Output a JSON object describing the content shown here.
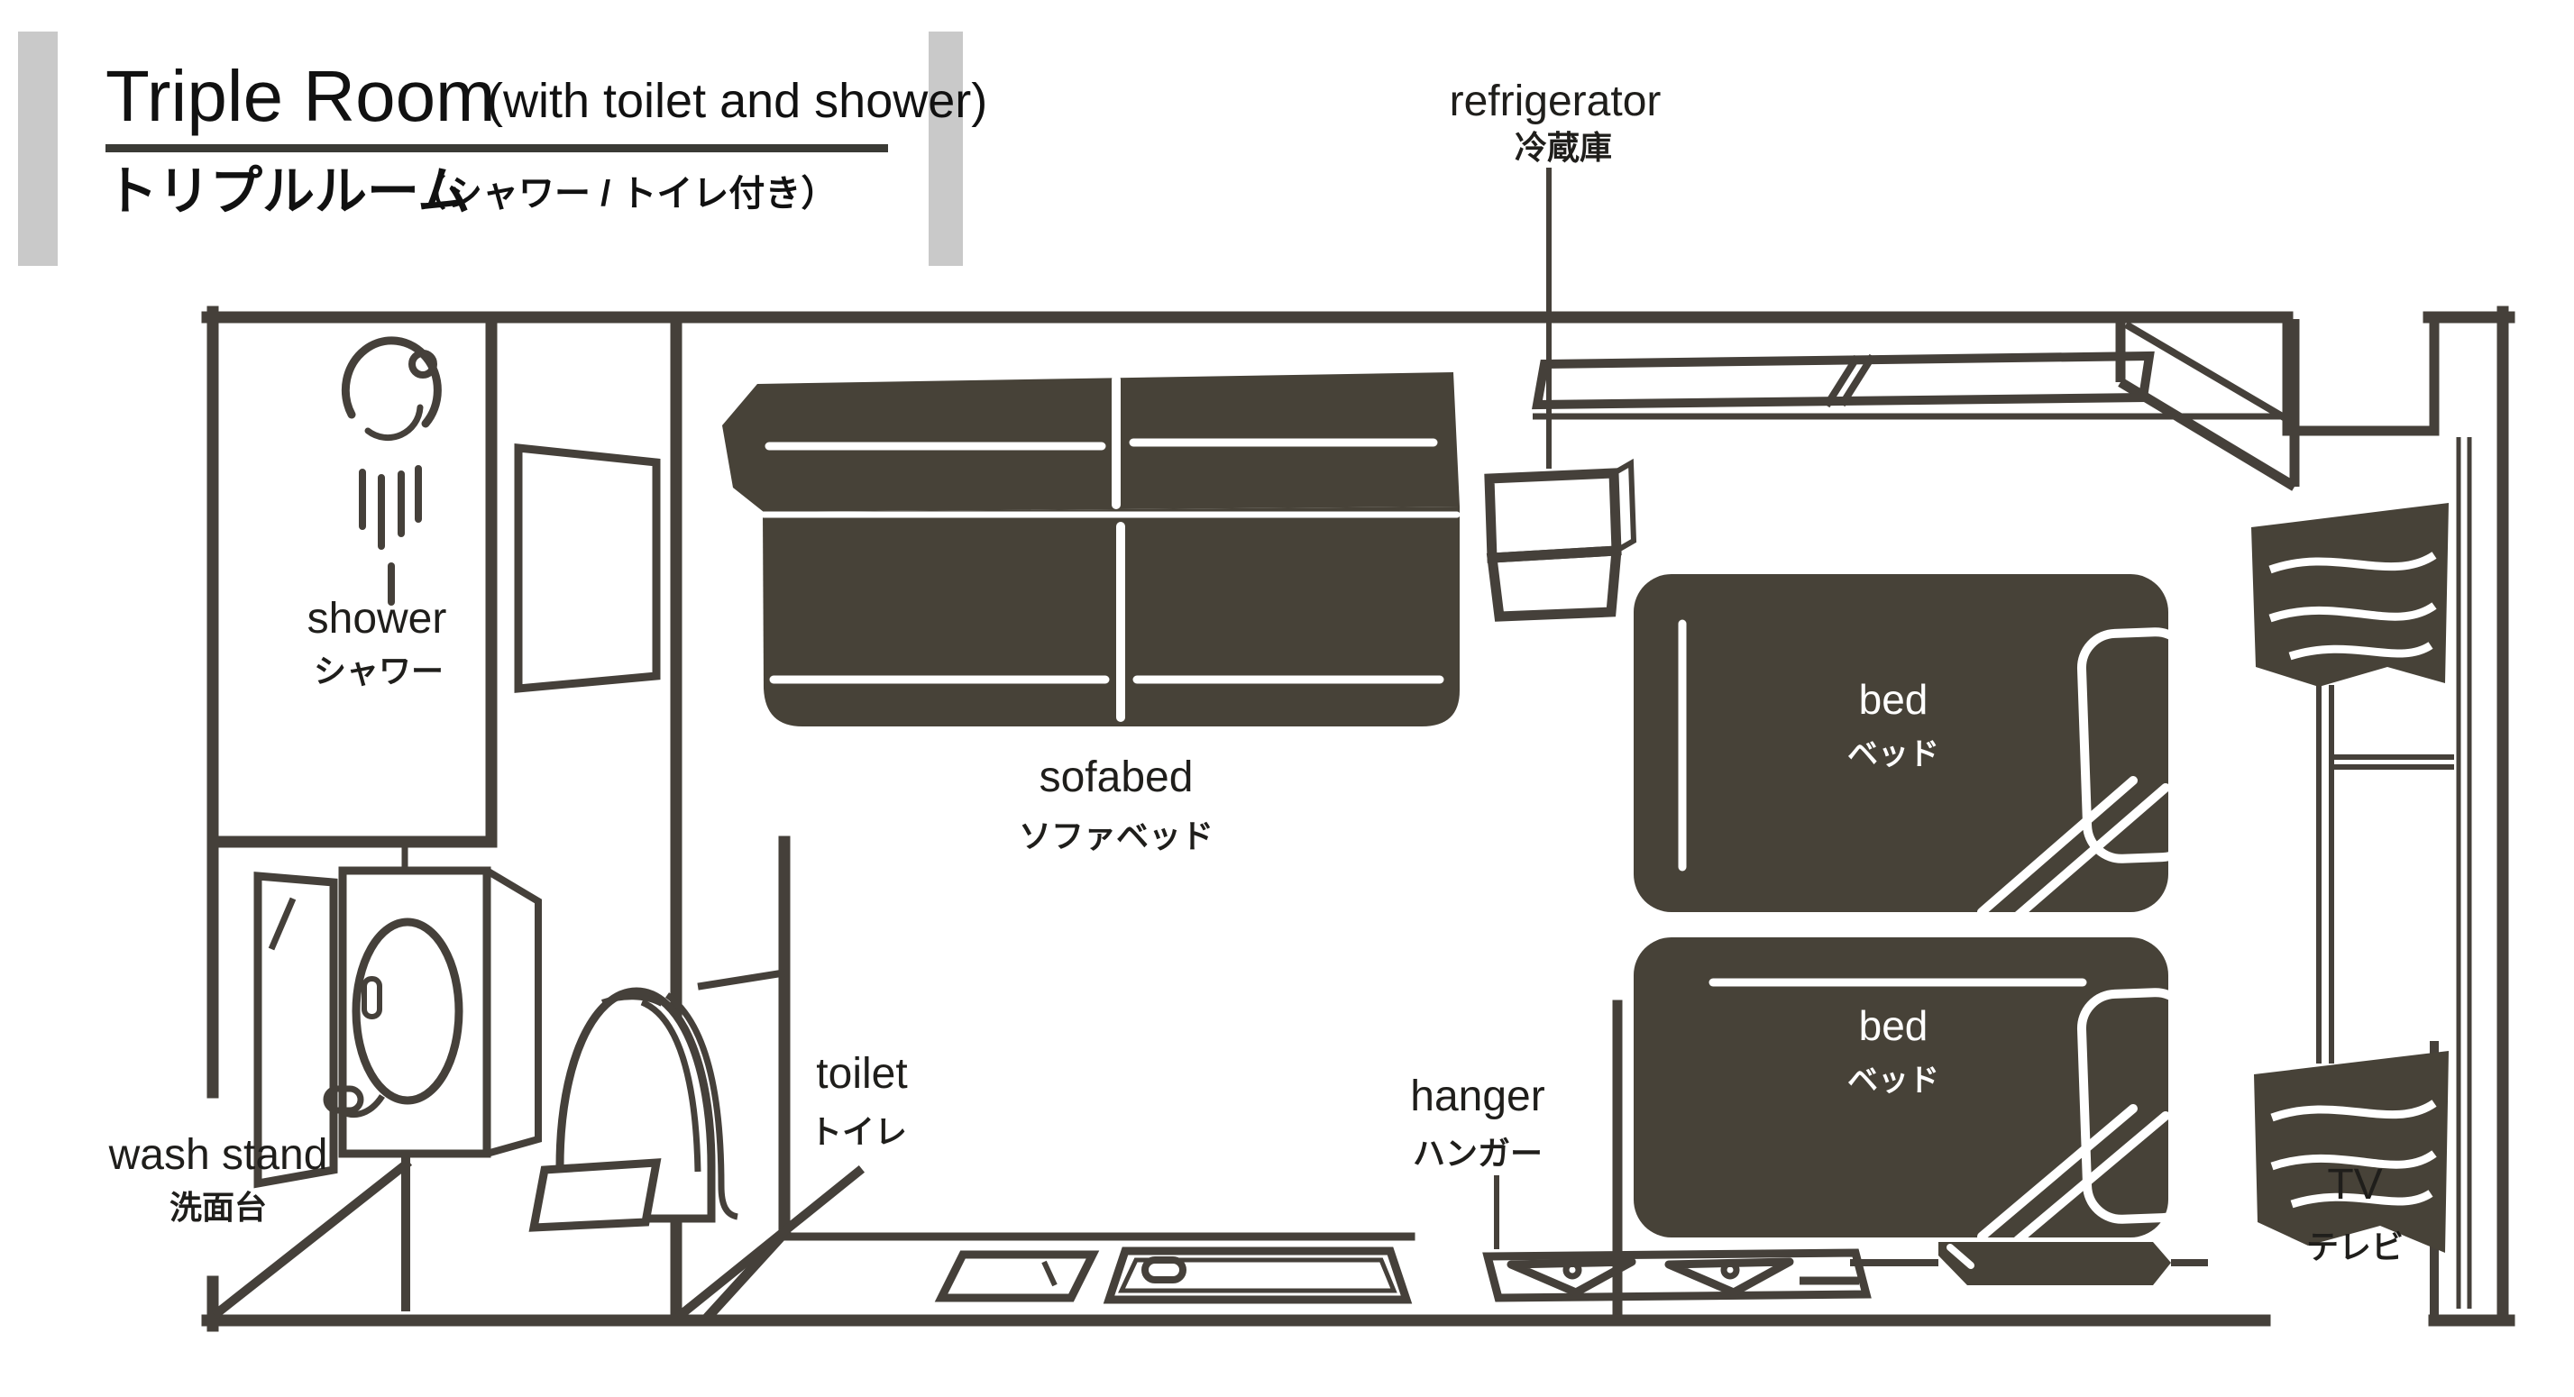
{
  "title": {
    "en": "Triple Room",
    "en_sub": "(with toilet and shower)",
    "jp": "トリプルルーム",
    "jp_sub": "（シャワー / トイレ付き）"
  },
  "labels": {
    "refrigerator": {
      "en": "refrigerator",
      "jp": "冷蔵庫"
    },
    "shower": {
      "en": "shower",
      "jp": "シャワー"
    },
    "sofabed": {
      "en": "sofabed",
      "jp": "ソファベッド"
    },
    "bed": {
      "en": "bed",
      "jp": "ベッド"
    },
    "wash_stand": {
      "en": "wash stand",
      "jp": "洗面台"
    },
    "toilet": {
      "en": "toilet",
      "jp": "トイレ"
    },
    "hanger": {
      "en": "hanger",
      "jp": "ハンガー"
    },
    "tv": {
      "en": "TV",
      "jp": "テレビ"
    }
  },
  "colors": {
    "ink": "#45403a",
    "furniture_fill": "#474238",
    "label_text": "#1f1e1b",
    "title_text": "#111111",
    "accent_bar_gray": "#c9c9c9",
    "background": "#ffffff"
  }
}
